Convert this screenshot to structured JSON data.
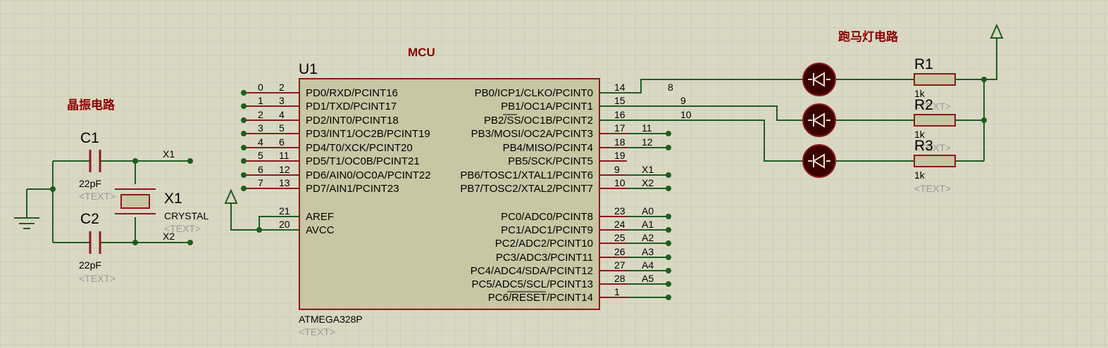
{
  "titles": {
    "mcu": "MCU",
    "crystal_circuit": "晶振电路",
    "led_circuit": "跑马灯电路"
  },
  "mcu": {
    "ref": "U1",
    "part": "ATMEGA328P",
    "text_placeholder": "<TEXT>",
    "left_pins": [
      {
        "name": "PD0/RXD/PCINT16",
        "num": "2",
        "net": "0"
      },
      {
        "name": "PD1/TXD/PCINT17",
        "num": "3",
        "net": "1"
      },
      {
        "name": "PD2/INT0/PCINT18",
        "num": "4",
        "net": "2"
      },
      {
        "name": "PD3/INT1/OC2B/PCINT19",
        "num": "5",
        "net": "3"
      },
      {
        "name": "PD4/T0/XCK/PCINT20",
        "num": "6",
        "net": "4"
      },
      {
        "name": "PD5/T1/OC0B/PCINT21",
        "num": "11",
        "net": "5"
      },
      {
        "name": "PD6/AIN0/OC0A/PCINT22",
        "num": "12",
        "net": "6"
      },
      {
        "name": "PD7/AIN1/PCINT23",
        "num": "13",
        "net": "7"
      },
      {
        "name": "AREF",
        "num": "21",
        "net": ""
      },
      {
        "name": "AVCC",
        "num": "20",
        "net": ""
      }
    ],
    "right_pins": [
      {
        "name": "PB0/ICP1/CLKO/PCINT0",
        "num": "14",
        "net": "8"
      },
      {
        "name": "PB1/OC1A/PCINT1",
        "num": "15",
        "net": "9"
      },
      {
        "name": "PB2/SS/OC1B/PCINT2",
        "num": "16",
        "net": "10"
      },
      {
        "name": "PB3/MOSI/OC2A/PCINT3",
        "num": "17",
        "net": "11"
      },
      {
        "name": "PB4/MISO/PCINT4",
        "num": "18",
        "net": "12"
      },
      {
        "name": "PB5/SCK/PCINT5",
        "num": "19",
        "net": ""
      },
      {
        "name": "PB6/TOSC1/XTAL1/PCINT6",
        "num": "9",
        "net": "X1"
      },
      {
        "name": "PB7/TOSC2/XTAL2/PCINT7",
        "num": "10",
        "net": "X2"
      },
      {
        "name": "PC0/ADC0/PCINT8",
        "num": "23",
        "net": "A0"
      },
      {
        "name": "PC1/ADC1/PCINT9",
        "num": "24",
        "net": "A1"
      },
      {
        "name": "PC2/ADC2/PCINT10",
        "num": "25",
        "net": "A2"
      },
      {
        "name": "PC3/ADC3/PCINT11",
        "num": "26",
        "net": "A3"
      },
      {
        "name": "PC4/ADC4/SDA/PCINT12",
        "num": "27",
        "net": "A4"
      },
      {
        "name": "PC5/ADC5/SCL/PCINT13",
        "num": "28",
        "net": "A5"
      },
      {
        "name": "PC6/RESET/PCINT14",
        "num": "1",
        "net": ""
      }
    ]
  },
  "crystal": {
    "c1": {
      "ref": "C1",
      "value": "22pF",
      "text": "<TEXT>"
    },
    "c2": {
      "ref": "C2",
      "value": "22pF",
      "text": "<TEXT>"
    },
    "x1": {
      "ref": "X1",
      "value": "CRYSTAL",
      "text": "<TEXT>"
    },
    "net_x1": "X1",
    "net_x2": "X2"
  },
  "leds": {
    "resistors": [
      {
        "ref": "R1",
        "value": "1k",
        "text": "<TEXT>"
      },
      {
        "ref": "R2",
        "value": "1k",
        "text": "<TEXT>"
      },
      {
        "ref": "R3",
        "value": "1k",
        "text": "<TEXT>"
      }
    ]
  },
  "colors": {
    "background": "#d9d8c3",
    "grid": "#c4c3ad",
    "wire": "#1f5d1f",
    "component_outline": "#8b1a1a",
    "chip_fill": "#c9c6a4",
    "led_fill": "#3a0000",
    "title": "#8b0000"
  }
}
